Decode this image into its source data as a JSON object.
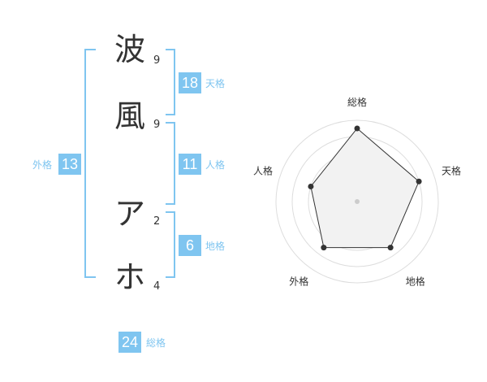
{
  "characters": [
    {
      "char": "波",
      "strokes": "9"
    },
    {
      "char": "風",
      "strokes": "9"
    },
    {
      "char": "ア",
      "strokes": "2"
    },
    {
      "char": "ホ",
      "strokes": "4"
    }
  ],
  "fortunes": {
    "tenkaku": {
      "value": "18",
      "label": "天格"
    },
    "jinkaku": {
      "value": "11",
      "label": "人格"
    },
    "chikaku": {
      "value": "6",
      "label": "地格"
    },
    "gaikaku": {
      "value": "13",
      "label": "外格"
    },
    "soukaku": {
      "value": "24",
      "label": "総格"
    }
  },
  "colors": {
    "accent": "#7fc5f0",
    "text": "#333333"
  },
  "chart_data": {
    "type": "radar",
    "axes": [
      "総格",
      "天格",
      "地格",
      "外格",
      "人格"
    ],
    "values": [
      4.5,
      4,
      3.5,
      3.5,
      3
    ],
    "max": 5,
    "rings": 5
  }
}
